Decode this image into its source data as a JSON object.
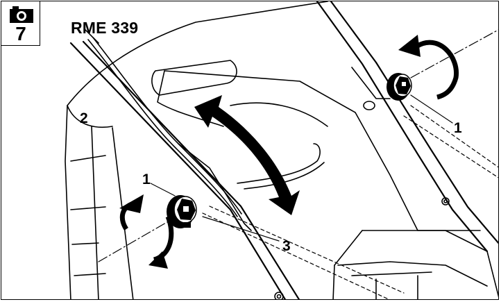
{
  "figure": {
    "number": "7",
    "model": "RME 339"
  },
  "callouts": {
    "c1_right": "1",
    "c1_left": "1",
    "c2": "2",
    "c3": "3"
  },
  "icons": {
    "badge": "camera-icon",
    "rotate": "rotate-arrow-icon",
    "swing": "double-arrow-icon",
    "knob": "star-knob-icon"
  },
  "colors": {
    "line": "#000000",
    "background": "#ffffff"
  }
}
